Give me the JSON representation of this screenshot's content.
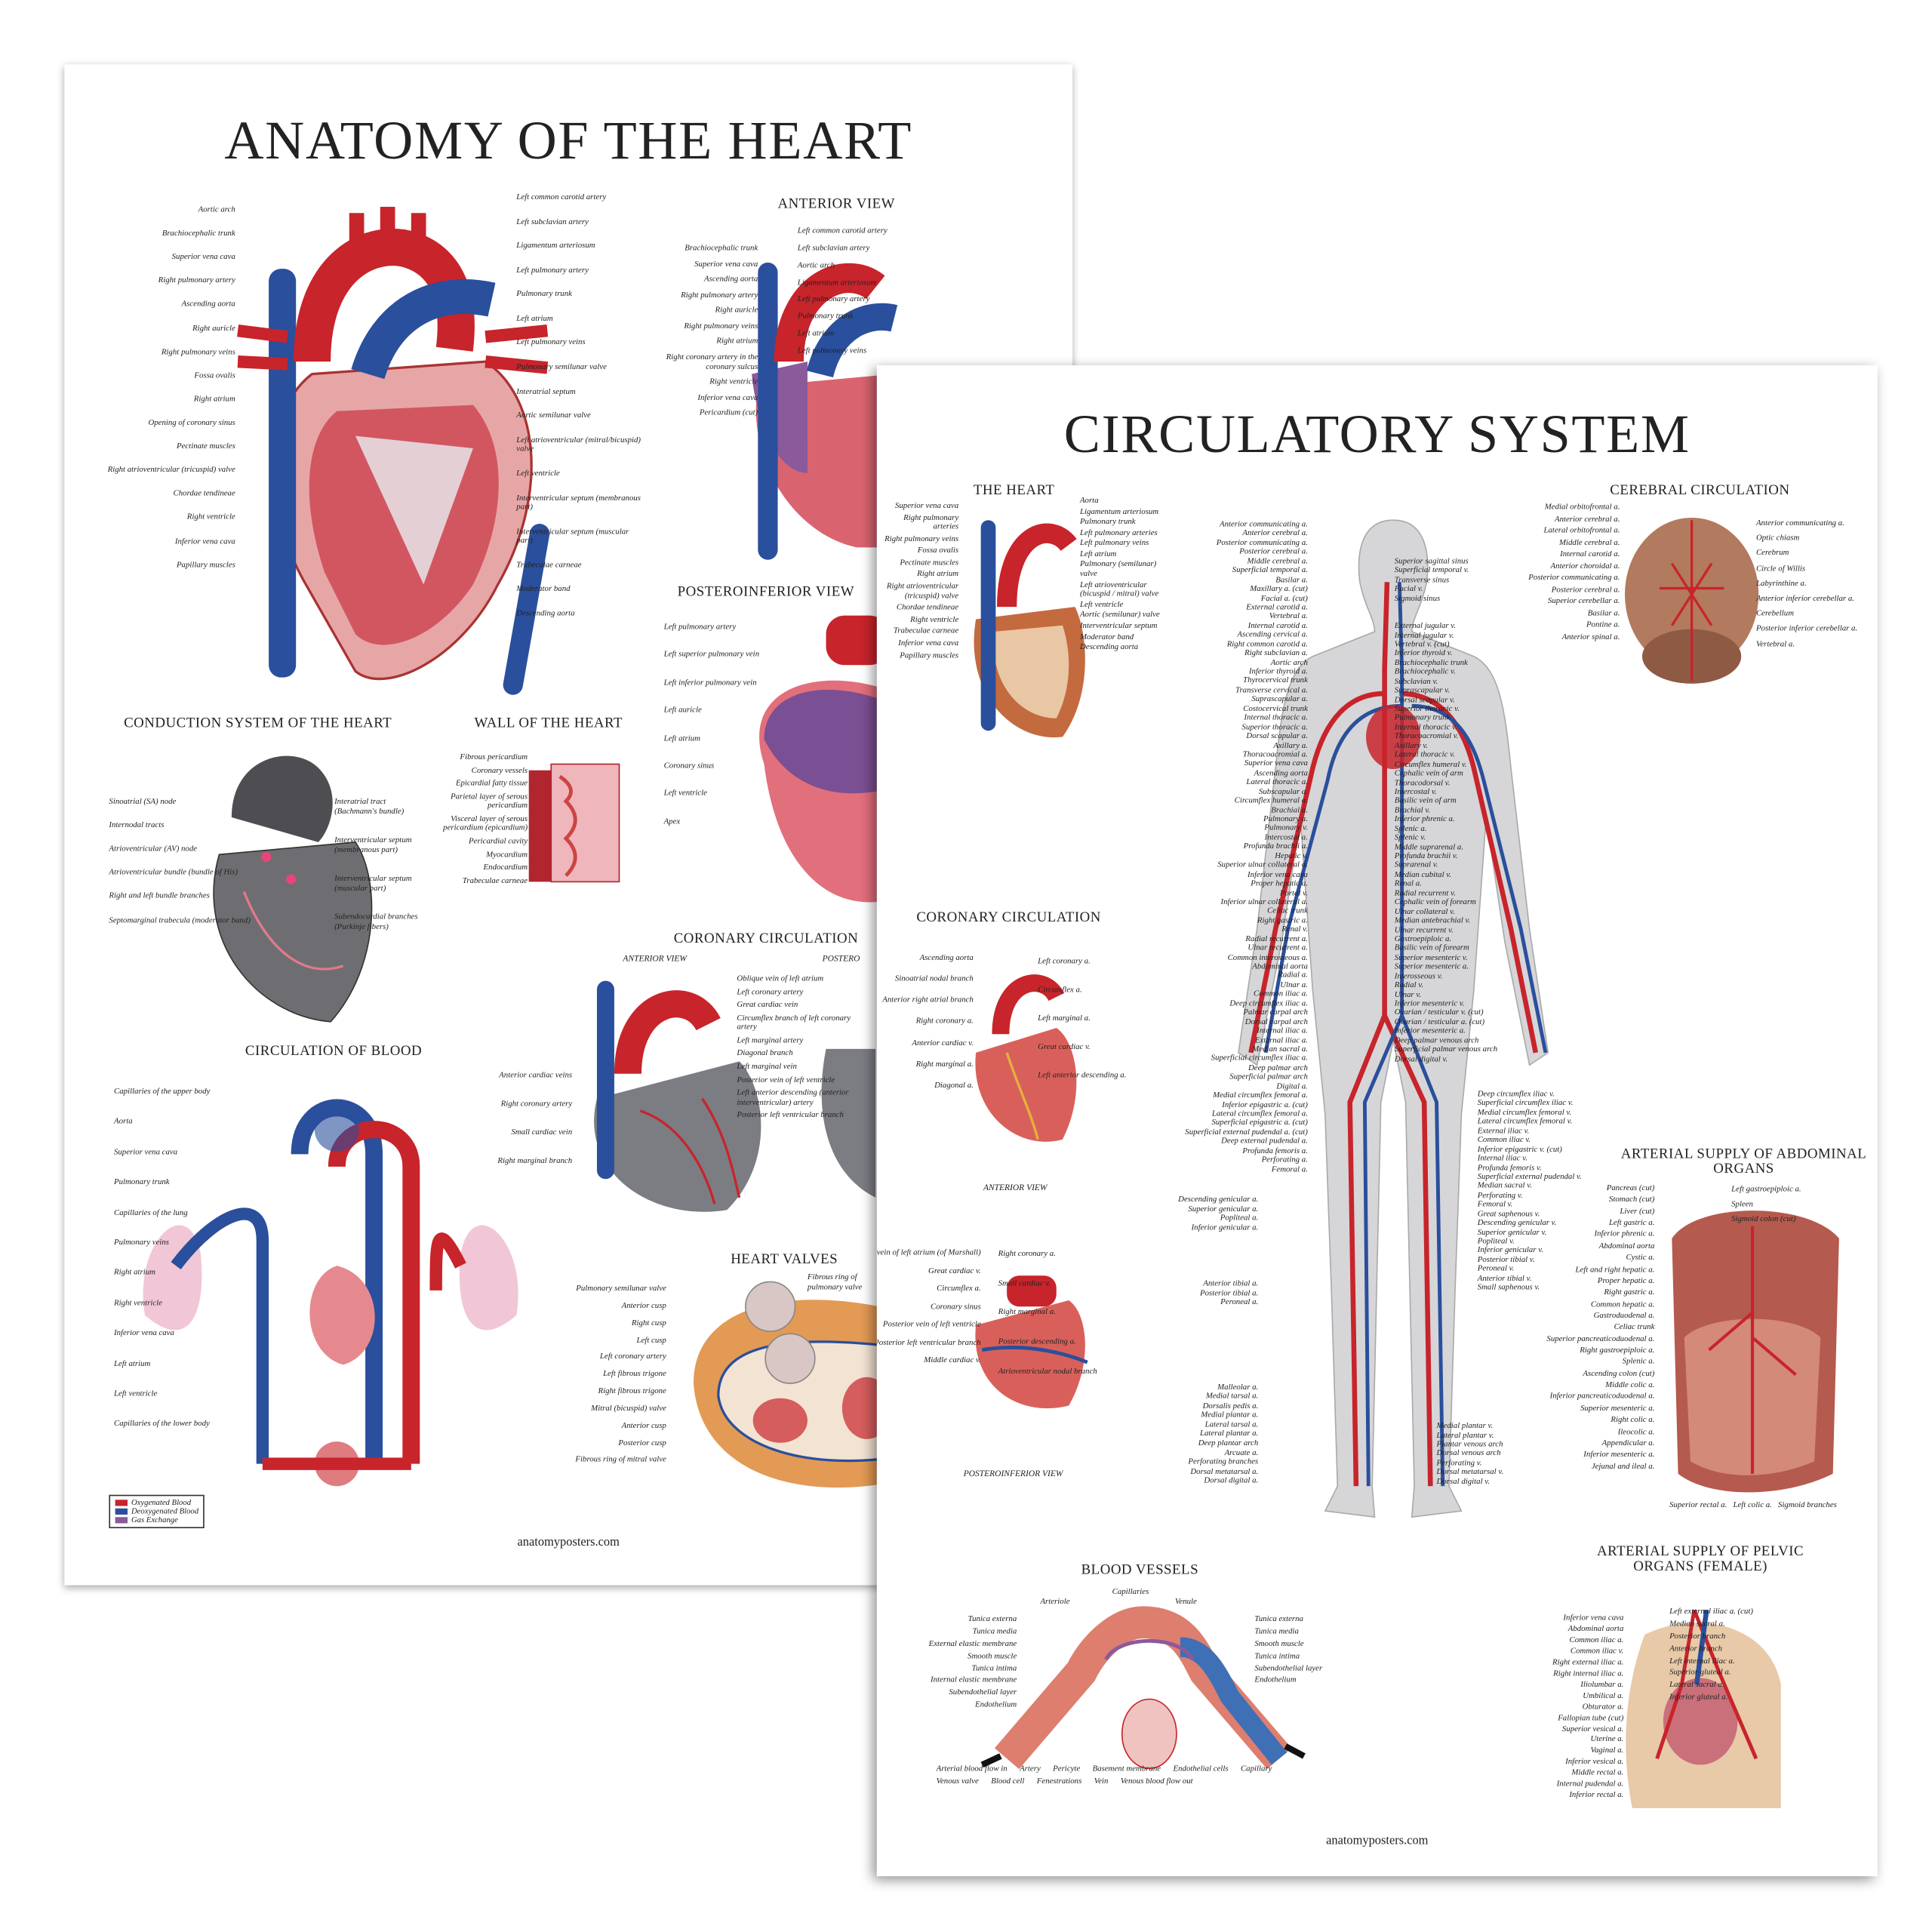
{
  "colors": {
    "artery": "#c8242b",
    "vein": "#2a4f9c",
    "muscle": "#d9606a",
    "tissue": "#f0b7b9",
    "purple": "#8a5a9a",
    "gray": "#7c7c80"
  },
  "heart_poster": {
    "title": "ANATOMY OF THE HEART",
    "main_left": [
      "Aortic arch",
      "Brachiocephalic trunk",
      "Superior vena cava",
      "Right pulmonary artery",
      "Ascending aorta",
      "Right auricle",
      "Right pulmonary veins",
      "Fossa ovalis",
      "Right atrium",
      "Opening of coronary sinus",
      "Pectinate muscles",
      "Right atrioventricular (tricuspid) valve",
      "Chordae tendineae",
      "Right ventricle",
      "Inferior vena cava",
      "Papillary muscles"
    ],
    "main_right": [
      "Left common carotid artery",
      "Left subclavian artery",
      "Ligamentum arteriosum",
      "Left pulmonary artery",
      "Pulmonary trunk",
      "Left atrium",
      "Left pulmonary veins",
      "Pulmonary semilunar valve",
      "Interatrial septum",
      "Aortic semilunar valve",
      "Left atrioventricular (mitral/bicuspid) valve",
      "Left ventricle",
      "Interventricular septum (membranous part)",
      "Interventricular septum (muscular part)",
      "Trabeculae carneae",
      "Moderator band",
      "Descending aorta"
    ],
    "anterior_view": {
      "title": "ANTERIOR VIEW",
      "left": [
        "Brachiocephalic trunk",
        "Superior vena cava",
        "Ascending aorta",
        "Right pulmonary artery",
        "Right auricle",
        "Right pulmonary veins",
        "Right atrium",
        "Right coronary artery in the coronary sulcus",
        "Right ventricle",
        "Inferior vena cava",
        "Pericardium (cut)"
      ],
      "right": [
        "Left common carotid artery",
        "Left subclavian artery",
        "Aortic arch",
        "Ligamentum arteriosum",
        "Left pulmonary artery",
        "Pulmonary trunk",
        "Left atrium",
        "Left pulmonary veins"
      ]
    },
    "posteroinferior_view": {
      "title": "POSTEROINFERIOR VIEW",
      "labels": [
        "Left pulmonary artery",
        "Left superior pulmonary vein",
        "Left inferior pulmonary vein",
        "Left auricle",
        "Left atrium",
        "Coronary sinus",
        "Left ventricle",
        "Apex"
      ]
    },
    "conduction": {
      "title": "CONDUCTION SYSTEM OF THE HEART",
      "left": [
        "Sinoatrial (SA) node",
        "Internodal tracts",
        "Atrioventricular (AV) node",
        "Atrioventricular bundle (bundle of His)",
        "Right and left bundle branches",
        "Septomarginal trabecula (moderator band)"
      ],
      "right": [
        "Interatrial tract (Bachmann's bundle)",
        "Interventricular septum (membranous part)",
        "Interventricular septum (muscular part)",
        "Subendocardial branches (Purkinje fibers)"
      ]
    },
    "wall": {
      "title": "WALL OF THE HEART",
      "labels": [
        "Fibrous pericardium",
        "Coronary vessels",
        "Epicardial fatty tissue",
        "Parietal layer of serous pericardium",
        "Visceral layer of serous pericardium (epicardium)",
        "Pericardial cavity",
        "Myocardium",
        "Endocardium",
        "Trabeculae carneae"
      ]
    },
    "circulation": {
      "title": "CIRCULATION OF BLOOD",
      "labels": [
        "Capillaries of the upper body",
        "Aorta",
        "Superior vena cava",
        "Pulmonary trunk",
        "Capillaries of the lung",
        "Pulmonary veins",
        "Right atrium",
        "Right ventricle",
        "Inferior vena cava",
        "Left atrium",
        "Left ventricle",
        "Capillaries of the lower body"
      ]
    },
    "legend": [
      "Oxygenated Blood",
      "Deoxygenated Blood",
      "Gas Exchange"
    ],
    "coronary": {
      "title": "CORONARY CIRCULATION",
      "view": "ANTERIOR VIEW",
      "view2": "POSTERO",
      "labels": [
        "Anterior cardiac veins",
        "Right coronary artery",
        "Small cardiac vein",
        "Right marginal branch"
      ],
      "right": [
        "Oblique vein of left atrium",
        "Left coronary artery",
        "Great cardiac vein",
        "Circumflex branch of left coronary artery",
        "Left marginal artery",
        "Diagonal branch",
        "Left marginal vein",
        "Posterior vein of left ventricle",
        "Left anterior descending (anterior interventricular) artery",
        "Posterior left ventricular branch"
      ]
    },
    "valves": {
      "title": "HEART VALVES",
      "left": [
        "Pulmonary semilunar valve",
        "Anterior cusp",
        "Right cusp",
        "Left cusp",
        "Left coronary artery",
        "Left fibrous trigone",
        "Right fibrous trigone",
        "Mitral (bicuspid) valve",
        "Anterior cusp",
        "Posterior cusp",
        "Fibrous ring of mitral valve"
      ],
      "right": [
        "Fibrous ring of pulmonary valve"
      ]
    },
    "footer": "anatomyposters.com"
  },
  "circ_poster": {
    "title": "CIRCULATORY SYSTEM",
    "heart": {
      "title": "THE HEART",
      "left": [
        "Superior vena cava",
        "Right pulmonary arteries",
        "Right pulmonary veins",
        "Fossa ovalis",
        "Pectinate muscles",
        "Right atrium",
        "Right atrioventricular (tricuspid) valve",
        "Chordae tendineae",
        "Right ventricle",
        "Trabeculae carneae",
        "Inferior vena cava",
        "Papillary muscles"
      ],
      "right": [
        "Aorta",
        "Ligamentum arteriosum",
        "Pulmonary trunk",
        "Left pulmonary arteries",
        "Left pulmonary veins",
        "Left atrium",
        "Pulmonary (semilunar) valve",
        "Left atrioventricular (bicuspid / mitral) valve",
        "Left ventricle",
        "Aortic (semilunar) valve",
        "Interventricular septum",
        "Moderator band",
        "Descending aorta"
      ]
    },
    "cerebral": {
      "title": "CEREBRAL CIRCULATION",
      "left": [
        "Medial orbitofrontal a.",
        "Anterior cerebral a.",
        "Lateral orbitofrontal a.",
        "Middle cerebral a.",
        "Internal carotid a.",
        "Anterior choroidal a.",
        "Posterior communicating a.",
        "Posterior cerebral a.",
        "Superior cerebellar a.",
        "Basilar a.",
        "Pontine a.",
        "Anterior spinal a."
      ],
      "right": [
        "Anterior communicating a.",
        "Optic chiasm",
        "Cerebrum",
        "Circle of Willis",
        "Labyrinthine a.",
        "Anterior inferior cerebellar a.",
        "Cerebellum",
        "Posterior inferior cerebellar a.",
        "Vertebral a."
      ]
    },
    "body_left": [
      "Anterior communicating a.",
      "Anterior cerebral a.",
      "Posterior communicating a.",
      "Posterior cerebral a.",
      "Middle cerebral a.",
      "Superficial temporal a.",
      "Basilar a.",
      "Maxillary a. (cut)",
      "Facial a. (cut)",
      "External carotid a.",
      "Vertebral a.",
      "Internal carotid a.",
      "Ascending cervical a.",
      "Right common carotid a.",
      "Right subclavian a.",
      "Aortic arch",
      "Inferior thyroid a.",
      "Thyrocervical trunk",
      "Transverse cervical a.",
      "Suprascapular a.",
      "Costocervical trunk",
      "Internal thoracic a.",
      "Superior thoracic a.",
      "Dorsal scapular a.",
      "Axillary a.",
      "Thoracoacromial a.",
      "Superior vena cava",
      "Ascending aorta",
      "Lateral thoracic a.",
      "Subscapular a.",
      "Circumflex humeral a.",
      "Brachial a.",
      "Pulmonary a.",
      "Pulmonary v.",
      "Intercostal a.",
      "Profunda brachii a.",
      "Hepatic v.",
      "Superior ulnar collateral a.",
      "Inferior vena cava",
      "Proper hepatic a.",
      "Portal v.",
      "Inferior ulnar collateral a.",
      "Celiac trunk",
      "Right gastric a.",
      "Renal v.",
      "Radial recurrent a.",
      "Ulnar recurrent a.",
      "Common interosseous a.",
      "Abdominal aorta",
      "Radial a.",
      "Ulnar a.",
      "Common iliac a.",
      "Deep circumflex iliac a.",
      "Palmar carpal arch",
      "Dorsal carpal arch",
      "Internal iliac a.",
      "External iliac a.",
      "Median sacral a.",
      "Superficial circumflex iliac a.",
      "Deep palmar arch",
      "Superficial palmar arch",
      "Digital a.",
      "Medial circumflex femoral a.",
      "Inferior epigastric a. (cut)",
      "Lateral circumflex femoral a.",
      "Superficial epigastric a. (cut)",
      "Superficial external pudendal a. (cut)",
      "Deep external pudendal a.",
      "Profunda femoris a.",
      "Perforating a.",
      "Femoral a."
    ],
    "body_left_lower": [
      "Descending genicular a.",
      "Superior genicular a.",
      "Popliteal a.",
      "Inferior genicular a.",
      "",
      "",
      "",
      "",
      "",
      "Anterior tibial a.",
      "Posterior tibial a.",
      "Peroneal a.",
      "",
      "",
      "",
      "",
      "",
      "",
      "",
      "",
      "Malleolar a.",
      "Medial tarsal a.",
      "Dorsalis pedis a.",
      "Medial plantar a.",
      "Lateral tarsal a.",
      "Lateral plantar a.",
      "Deep plantar arch",
      "Arcuate a.",
      "Perforating branches",
      "Dorsal metatarsal a.",
      "Dorsal digital a."
    ],
    "body_right": [
      "Superior sagittal sinus",
      "Superficial temporal v.",
      "Transverse sinus",
      "Facial v.",
      "Sigmoid sinus",
      "",
      "",
      "External jugular v.",
      "Internal jugular v.",
      "Vertebral v. (cut)",
      "Inferior thyroid v.",
      "Brachiocephalic trunk",
      "Brachiocephalic v.",
      "Subclavian v.",
      "Suprascapular v.",
      "Dorsal scapular v.",
      "Superior thoracic v.",
      "Pulmonary trunk",
      "Internal thoracic v.",
      "Thoracoacromial v.",
      "Axillary v.",
      "Lateral thoracic v.",
      "Circumflex humeral v.",
      "Cephalic vein of arm",
      "Thoracodorsal v.",
      "Intercostal v.",
      "Basilic vein of arm",
      "Brachial v.",
      "Inferior phrenic a.",
      "Splenic a.",
      "Splenic v.",
      "Middle suprarenal a.",
      "Profunda brachii v.",
      "Suprarenal v.",
      "Median cubital v.",
      "Renal a.",
      "Radial recurrent v.",
      "Cephalic vein of forearm",
      "Ulnar collateral v.",
      "Median antebrachial v.",
      "Ulnar recurrent v.",
      "Gastroepiploic a.",
      "Basilic vein of forearm",
      "Superior mesenteric v.",
      "Superior mesenteric a.",
      "Interosseous v.",
      "Radial v.",
      "Ulnar v.",
      "Inferior mesenteric v.",
      "Ovarian / testicular v. (cut)",
      "Ovarian / testicular a. (cut)",
      "Inferior mesenteric a.",
      "Deep palmar venous arch",
      "Superficial palmar venous arch",
      "Dorsal digital v."
    ],
    "body_right_lower": [
      "Deep circumflex iliac v.",
      "Superficial circumflex iliac v.",
      "Medial circumflex femoral v.",
      "Lateral circumflex femoral v.",
      "External iliac v.",
      "Common iliac v.",
      "Inferior epigastric v. (cut)",
      "Internal iliac v.",
      "Profunda femoris v.",
      "Superficial external pudendal v.",
      "Median sacral v.",
      "Perforating v.",
      "Femoral v.",
      "Great saphenous v.",
      "Descending genicular v.",
      "Superior genicular v.",
      "Popliteal v.",
      "Inferior genicular v.",
      "Posterior tibial v.",
      "Peroneal v.",
      "Anterior tibial v.",
      "Small saphenous v.",
      "",
      "",
      "",
      "",
      "",
      "",
      "",
      "",
      "Medial plantar v.",
      "Lateral plantar v.",
      "Plantar venous arch",
      "Dorsal venous arch",
      "Perforating v.",
      "Dorsal metatarsal v.",
      "Dorsal digital v."
    ],
    "coronary": {
      "title": "CORONARY CIRCULATION",
      "anterior_view": "ANTERIOR VIEW",
      "posterior_view": "POSTEROINFERIOR VIEW",
      "ant_left": [
        "Ascending aorta",
        "Sinoatrial nodal branch",
        "Anterior right atrial branch",
        "Right coronary a.",
        "Anterior cardiac v.",
        "Right marginal a.",
        "Diagonal a."
      ],
      "ant_right": [
        "Left coronary a.",
        "Circumflex a.",
        "Left marginal a.",
        "Great cardiac v.",
        "Left anterior descending a."
      ],
      "post_left": [
        "Oblique vein of left atrium (of Marshall)",
        "Great cardiac v.",
        "Circumflex a.",
        "Coronary sinus",
        "Posterior vein of left ventricle",
        "Posterior left ventricular branch",
        "Middle cardiac v."
      ],
      "post_right": [
        "Right coronary a.",
        "Small cardiac v.",
        "Right marginal a.",
        "Posterior descending a.",
        "Atrioventricular nodal branch"
      ]
    },
    "abdominal": {
      "title": "ARTERIAL SUPPLY OF ABDOMINAL ORGANS",
      "labels": [
        "Pancreas (cut)",
        "Stomach (cut)",
        "Liver (cut)",
        "Left gastric a.",
        "Inferior phrenic a.",
        "Abdominal aorta",
        "Cystic a.",
        "Left and right hepatic a.",
        "Proper hepatic a.",
        "Right gastric a.",
        "Common hepatic a.",
        "Gastroduodenal a.",
        "Celiac trunk",
        "Superior pancreaticoduodenal a.",
        "Right gastroepiploic a.",
        "Splenic a.",
        "Ascending colon (cut)",
        "Middle colic a.",
        "Inferior pancreaticoduodenal a.",
        "Superior mesenteric a.",
        "Right colic a.",
        "Ileocolic a.",
        "Appendicular a.",
        "Inferior mesenteric a.",
        "Jejunal and ileal a."
      ],
      "right": [
        "Left gastroepiploic a.",
        "Spleen",
        "Sigmoid colon (cut)"
      ],
      "bottom": [
        "Superior rectal a.",
        "Left colic a.",
        "Sigmoid branches"
      ]
    },
    "pelvic": {
      "title": "ARTERIAL SUPPLY OF PELVIC ORGANS (FEMALE)",
      "labels": [
        "Inferior vena cava",
        "Abdominal aorta",
        "Common iliac a.",
        "Common iliac v.",
        "Right external iliac a.",
        "Right internal iliac a.",
        "Iliolumbar a.",
        "Umbilical a.",
        "Obturator a.",
        "Fallopian tube (cut)",
        "Superior vesical a.",
        "Uterine a.",
        "Vaginal a.",
        "Inferior vesical a.",
        "Middle rectal a.",
        "Internal pudendal a.",
        "Inferior rectal a."
      ],
      "right": [
        "Left external iliac a. (cut)",
        "Median sacral a.",
        "Posterior branch",
        "Anterior branch",
        "Left internal iliac a.",
        "Superior gluteal a.",
        "Lateral sacral a.",
        "Inferior gluteal a."
      ]
    },
    "vessels": {
      "title": "BLOOD VESSELS",
      "top": [
        "Capillaries",
        "Arteriole",
        "Venule"
      ],
      "left": [
        "Tunica externa",
        "Tunica media",
        "External elastic membrane",
        "Smooth muscle",
        "Tunica intima",
        "Internal elastic membrane",
        "Subendothelial layer",
        "Endothelium"
      ],
      "right": [
        "Tunica externa",
        "Tunica media",
        "Smooth muscle",
        "Tunica intima",
        "Subendothelial layer",
        "Endothelium"
      ],
      "bottom": [
        "Arterial blood flow in",
        "Artery",
        "Pericyte",
        "Basement membrane",
        "Endothelial cells",
        "Capillary",
        "Venous valve",
        "Blood cell",
        "Fenestrations",
        "Vein",
        "Venous blood flow out"
      ]
    },
    "footer": "anatomyposters.com"
  }
}
